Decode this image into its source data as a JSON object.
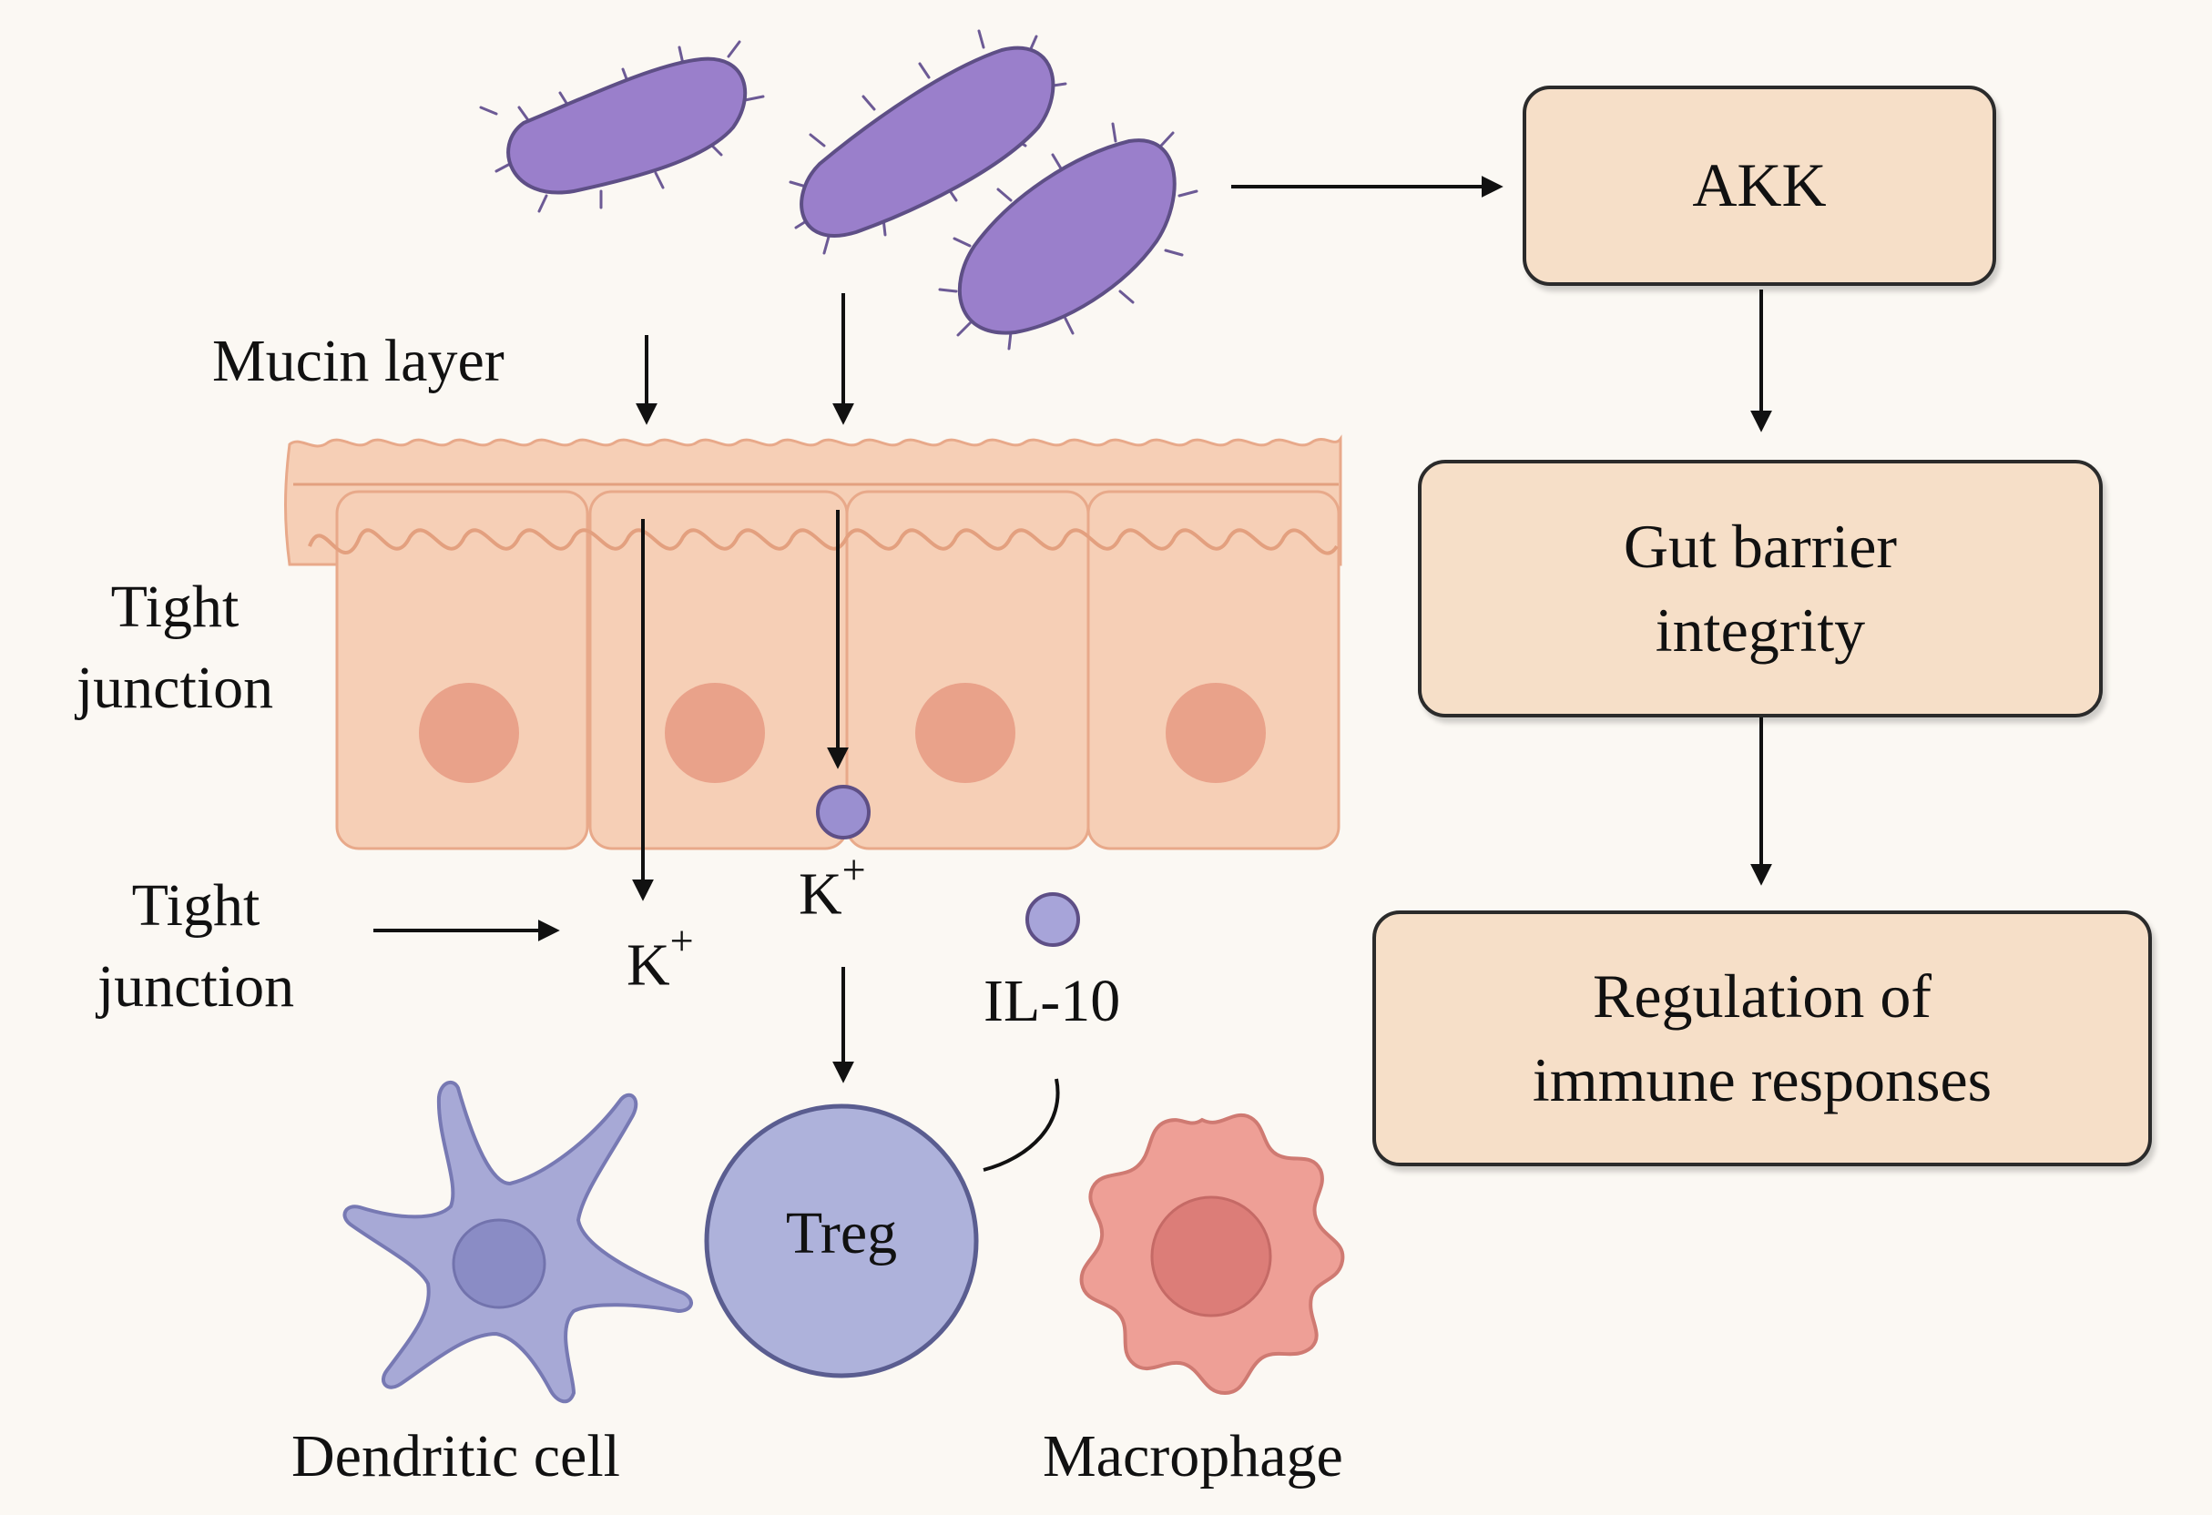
{
  "labels": {
    "mucin_layer": "Mucin layer",
    "tight_junction_top": [
      "Tight",
      "junction"
    ],
    "tight_junction_bottom": [
      "Tight",
      "junction"
    ],
    "k_plus_left": "K",
    "k_plus_right": "K",
    "plus_sign": "+",
    "il10": "IL-10",
    "treg": "Treg",
    "dendritic_cell": "Dendritic cell",
    "macrophage": "Macrophage"
  },
  "flow": {
    "akk": "AKK",
    "gut_barrier": [
      "Gut barrier",
      "integrity"
    ],
    "immune_regulation": [
      "Regulation of",
      "immune responses"
    ]
  },
  "colors": {
    "background": "#fbf8f3",
    "bacteria": "#9a7fcb",
    "epithelium": "#f6cfb6",
    "nucleus": "#e9a28a",
    "treg": "#aeb2db",
    "dendritic": "#a7a9d6",
    "macrophage": "#ee9f96",
    "box_fill": "#f6dfc8"
  }
}
